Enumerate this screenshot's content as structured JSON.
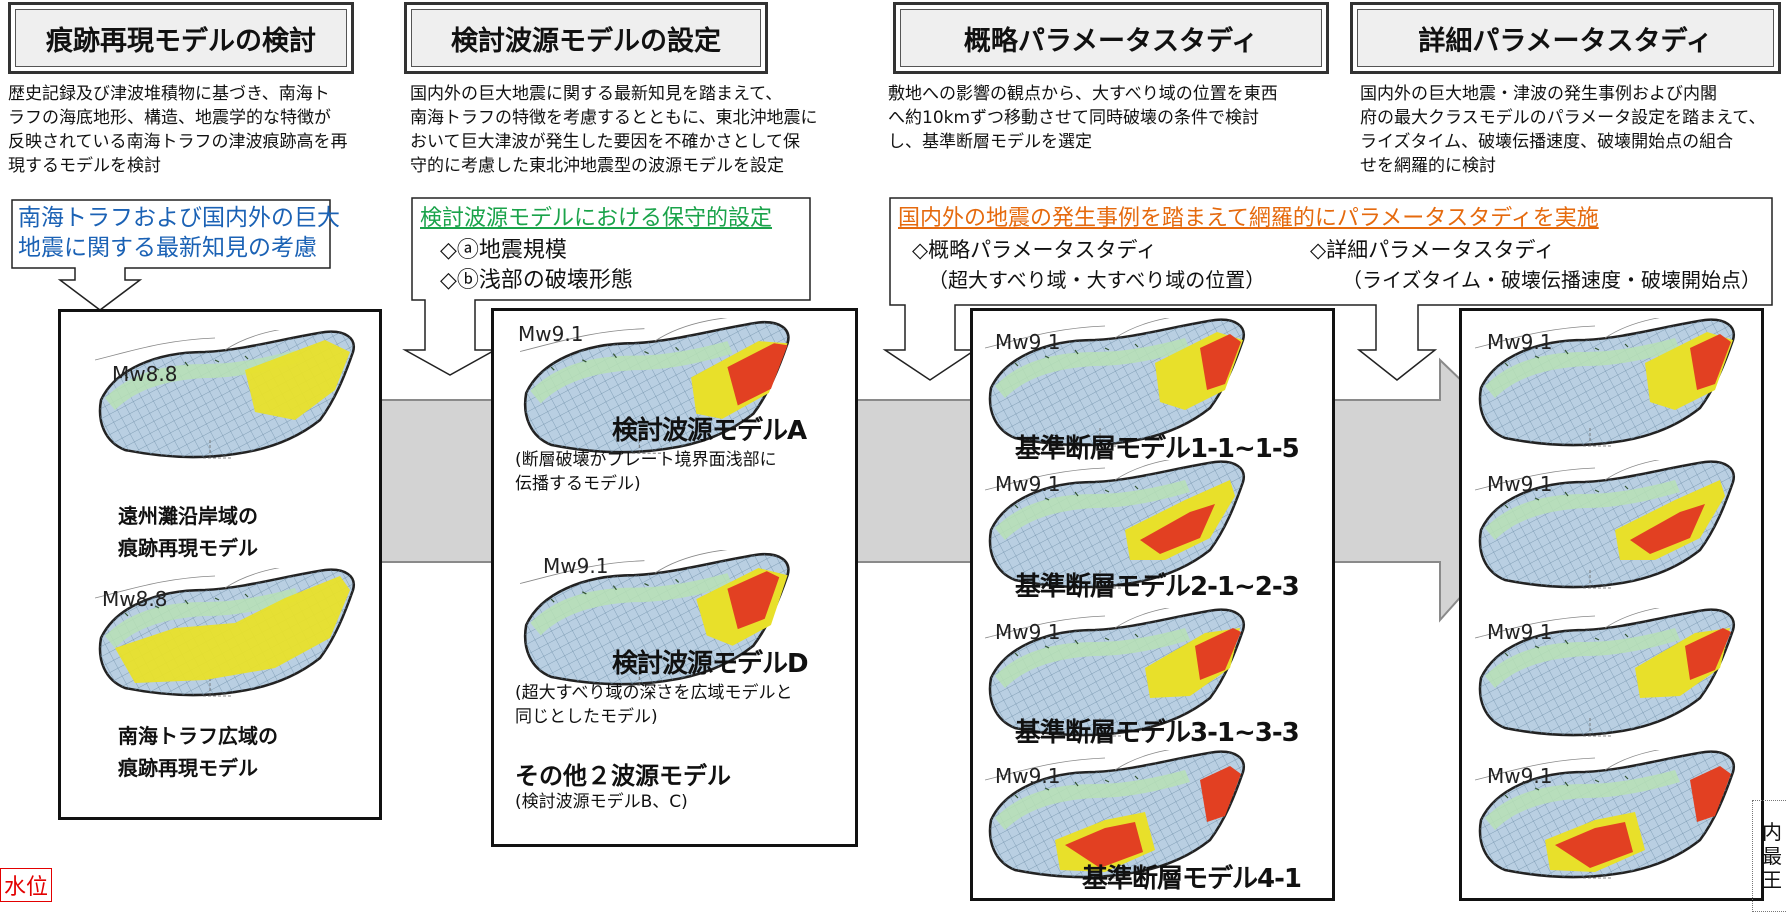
{
  "headers": [
    "痕跡再現モデルの検討",
    "検討波源モデルの設定",
    "概略パラメータスタディ",
    "詳細パラメータスタディ"
  ],
  "descriptions": [
    [
      "歴史記録及び津波堆積物に基づき、南海ト",
      "ラフの海底地形、構造、地震学的な特徴が",
      "反映されている南海トラフの津波痕跡高を再",
      "現するモデルを検討"
    ],
    [
      "国内外の巨大地震に関する最新知見を踏まえて、",
      "南海トラフの特徴を考慮するとともに、東北沖地震に",
      "おいて巨大津波が発生した要因を不確かさとして保",
      "守的に考慮した東北沖地震型の波源モデルを設定"
    ],
    [
      "敷地への影響の観点から、大すべり域の位置を東西",
      "へ約10kmずつ移動させて同時破壊の条件で検討",
      "し、基準断層モデルを選定"
    ],
    [
      "国内外の巨大地震・津波の発生事例および内閣",
      "府の最大クラスモデルのパラメータ設定を踏まえて、",
      "ライズタイム、破壊伝播速度、破壊開始点の組合",
      "せを網羅的に検討"
    ]
  ],
  "callouts": {
    "c1": [
      "南海トラフおよび国内外の巨大",
      "地震に関する最新知見の考慮"
    ],
    "c2": {
      "title": "検討波源モデルにおける保守的設定",
      "items": [
        "◇ⓐ地震規模",
        "◇ⓑ浅部の破壊形態"
      ]
    },
    "c3": {
      "title": "国内外の地震の発生事例を踏まえて網羅的にパラメータスタディを実施",
      "left_title": "◇概略パラメータスタディ",
      "left_sub": "（超大すべり域・大すべり域の位置）",
      "right_title": "◇詳細パラメータスタディ",
      "right_sub": "（ライズタイム・破壊伝播速度・破壊開始点）"
    }
  },
  "panel1": {
    "mw_top": "Mw8.8",
    "label_top": [
      "遠州灘沿岸域の",
      "痕跡再現モデル"
    ],
    "mw_bottom": "Mw8.8",
    "label_bottom": [
      "南海トラフ広域の",
      "痕跡再現モデル"
    ]
  },
  "panel2": {
    "mw_a": "Mw9.1",
    "title_a": "検討波源モデルA",
    "note_a": [
      "(断層破壊がプレート境界面浅部に",
      " 伝播するモデル)"
    ],
    "mw_d": "Mw9.1",
    "title_d": "検討波源モデルD",
    "note_d": [
      "(超大すべり域の深さを広域モデルと",
      "同じとしたモデル)"
    ],
    "other_title": "その他２波源モデル",
    "other_note": "(検討波源モデルB、C)"
  },
  "panel3": {
    "mws": [
      "Mw9.1",
      "Mw9.1",
      "Mw9.1",
      "Mw9.1"
    ],
    "titles": [
      "基準断層モデル1-1~1-5",
      "基準断層モデル2-1~2-3",
      "基準断層モデル3-1~3-3",
      "基準断層モデル4-1"
    ]
  },
  "panel4": {
    "mws": [
      "Mw9.1",
      "Mw9.1",
      "Mw9.1",
      "Mw9.1"
    ]
  },
  "edge_texts": {
    "bottom_left": "水位",
    "right_edge": [
      "内",
      "最",
      "王"
    ]
  }
}
